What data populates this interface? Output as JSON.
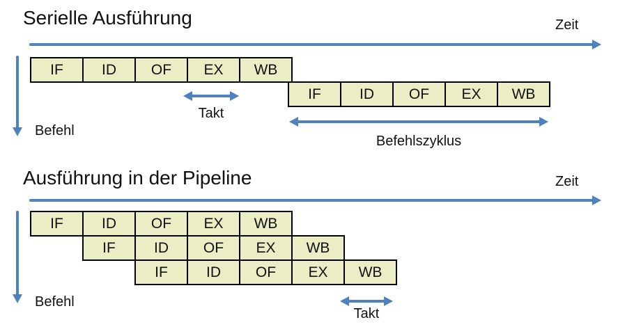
{
  "colors": {
    "arrow_blue": "#4f81bd",
    "box_fill": "#ebedc4",
    "box_border": "#000000"
  },
  "serial": {
    "title": "Serielle Ausführung",
    "time_label": "Zeit",
    "instruction_label": "Befehl",
    "clock_label": "Takt",
    "cycle_label": "Befehlszyklus",
    "rows": [
      {
        "stages": [
          "IF",
          "ID",
          "OF",
          "EX",
          "WB"
        ]
      },
      {
        "stages": [
          "IF",
          "ID",
          "OF",
          "EX",
          "WB"
        ]
      }
    ]
  },
  "pipeline": {
    "title": "Ausführung in der Pipeline",
    "time_label": "Zeit",
    "instruction_label": "Befehl",
    "clock_label": "Takt",
    "rows": [
      {
        "stages": [
          "IF",
          "ID",
          "OF",
          "EX",
          "WB"
        ]
      },
      {
        "stages": [
          "IF",
          "ID",
          "OF",
          "EX",
          "WB"
        ]
      },
      {
        "stages": [
          "IF",
          "ID",
          "OF",
          "EX",
          "WB"
        ]
      }
    ]
  }
}
